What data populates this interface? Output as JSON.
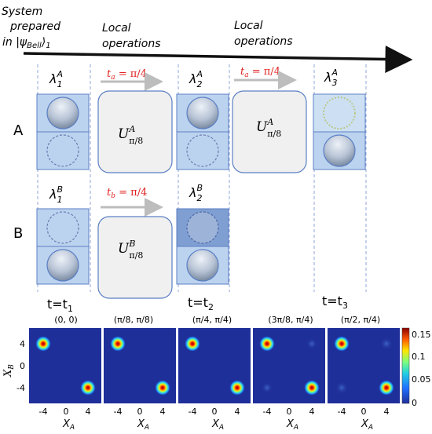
{
  "top_labels": {
    "system": [
      "System",
      "prepared",
      "in |ψ",
      "Bell",
      "⟩",
      "1"
    ],
    "local_ops_1": [
      "Local",
      "operations"
    ],
    "local_ops_2": [
      "Local",
      "operations"
    ]
  },
  "row_labels": {
    "a": "A",
    "b": "B"
  },
  "timings": {
    "ta1": {
      "var": "t",
      "sub": "a",
      "rhs": " = π/4"
    },
    "ta2": {
      "var": "t",
      "sub": "a",
      "rhs": " = π/4"
    },
    "tb": {
      "var": "t",
      "sub": "b",
      "rhs": " = π/4"
    }
  },
  "lambdas": {
    "a1": {
      "sub": "1",
      "sup": "A"
    },
    "a2": {
      "sub": "2",
      "sup": "A"
    },
    "a3": {
      "sub": "3",
      "sup": "A"
    },
    "b1": {
      "sub": "1",
      "sup": "B"
    },
    "b2": {
      "sub": "2",
      "sup": "B"
    }
  },
  "operators": {
    "ua1": {
      "sup": "A",
      "sub": "π/8"
    },
    "ua2": {
      "sup": "A",
      "sub": "π/8"
    },
    "ub": {
      "sup": "B",
      "sub": "π/8"
    }
  },
  "times": {
    "t1": {
      "main": "t=t",
      "sub": "1"
    },
    "t2": {
      "main": "t=t",
      "sub": "2"
    },
    "t3": {
      "main": "t=t",
      "sub": "3"
    }
  },
  "heatmaps": {
    "panel_titles": [
      "(0, 0)",
      "(π/8, π/8)",
      "(π/4, π/4)",
      "(3π/8, π/4)",
      "(π/2, π/4)"
    ],
    "x_axis_label": "X",
    "x_axis_sub": "A",
    "y_axis_label": "X",
    "y_axis_sub": "B",
    "x_ticks": [
      "-4",
      "0",
      "4"
    ],
    "y_ticks": [
      "4",
      "0",
      "-4"
    ],
    "colorbar_ticks": [
      "0.15",
      "0.1",
      "0.05",
      "0"
    ],
    "background_color": "#1f2f9a"
  },
  "colors": {
    "arrow": "#111111",
    "timing_text": "#e02020",
    "gray_arrow": "#bdbdbd",
    "state_box": "#bcd3ef",
    "state_box_dark": "#7f9fd2",
    "operator_box": "#f0f0f0"
  }
}
